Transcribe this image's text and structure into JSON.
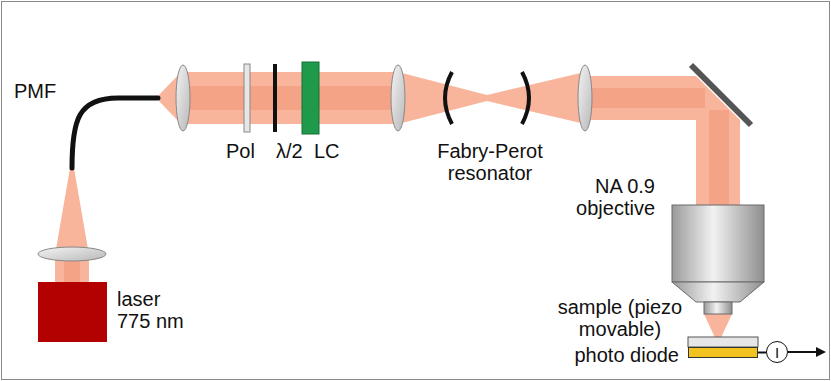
{
  "diagram": {
    "nodes": [
      {
        "text": [
          "laser 775 nm"
        ]
      },
      {
        "text": [
          "photo diode"
        ]
      },
      {
        "text": [
          "I"
        ]
      }
    ],
    "edges": [
      {
        "from": 1,
        "to": 2,
        "arrow": "none"
      }
    ],
    "labels": [
      "PMF",
      "Pol",
      "λ/2",
      "LC",
      "Fabry-Perot resonator",
      "NA 0.9 objective",
      "sample (piezo movable)"
    ]
  }
}
